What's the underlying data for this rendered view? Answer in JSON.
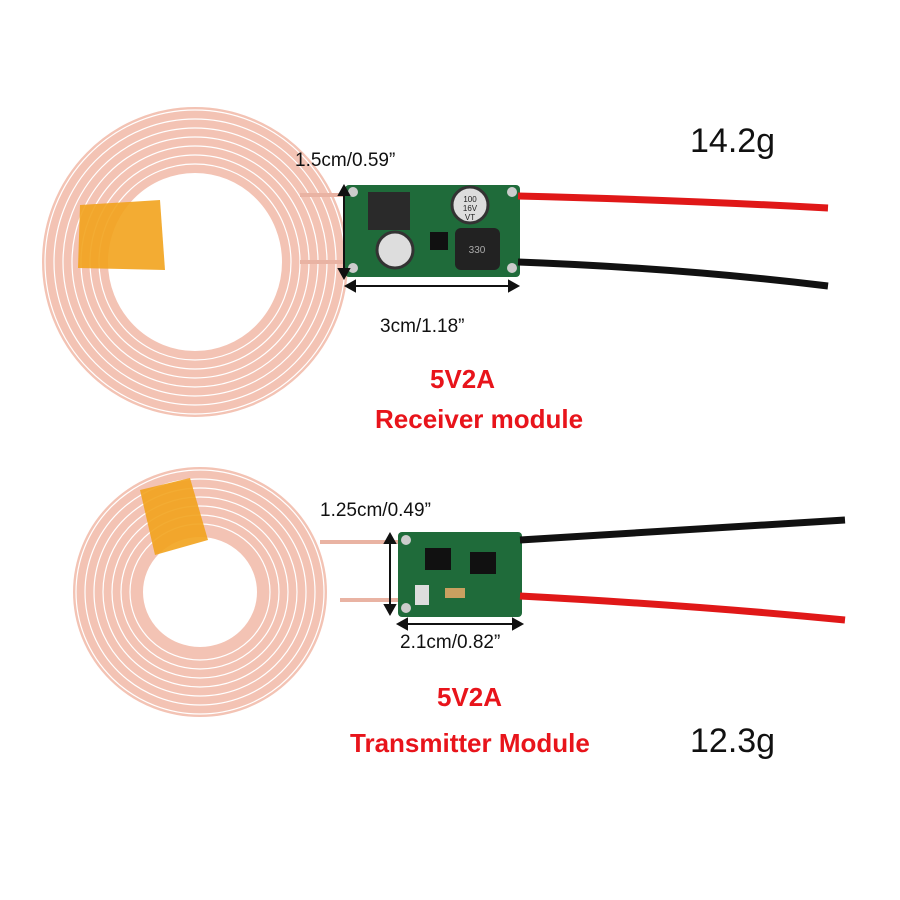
{
  "receiver": {
    "height_label": "1.5cm/0.59”",
    "width_label": "3cm/1.18”",
    "weight": "14.2g",
    "rating": "5V2A",
    "title": "Receiver module",
    "cap_marking": [
      "100",
      "16V",
      "VT"
    ],
    "inductor_marking": "330"
  },
  "transmitter": {
    "height_label": "1.25cm/0.49”",
    "width_label": "2.1cm/0.82”",
    "weight": "12.3g",
    "rating": "5V2A",
    "title": "Transmitter Module"
  },
  "colors": {
    "text_accent": "#e8141b",
    "pcb": "#1f6b3a",
    "coil": "#f0b7a8",
    "tape": "#f0a020"
  }
}
